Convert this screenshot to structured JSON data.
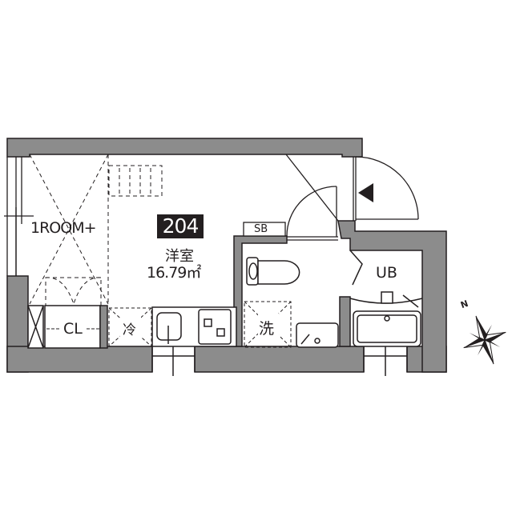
{
  "floorplan": {
    "unit_number": "204",
    "layout_type": "1ROOM+",
    "main_room": {
      "name": "洋室",
      "area": "16.79㎡"
    },
    "labels": {
      "closet": "CL",
      "refrigerator": "冷",
      "washer": "洗",
      "shoe_box": "SB",
      "unit_bath": "UB"
    },
    "compass": {
      "north_label": "N"
    },
    "colors": {
      "wall": "#8c8c8c",
      "line": "#231f20",
      "background": "#ffffff"
    }
  }
}
